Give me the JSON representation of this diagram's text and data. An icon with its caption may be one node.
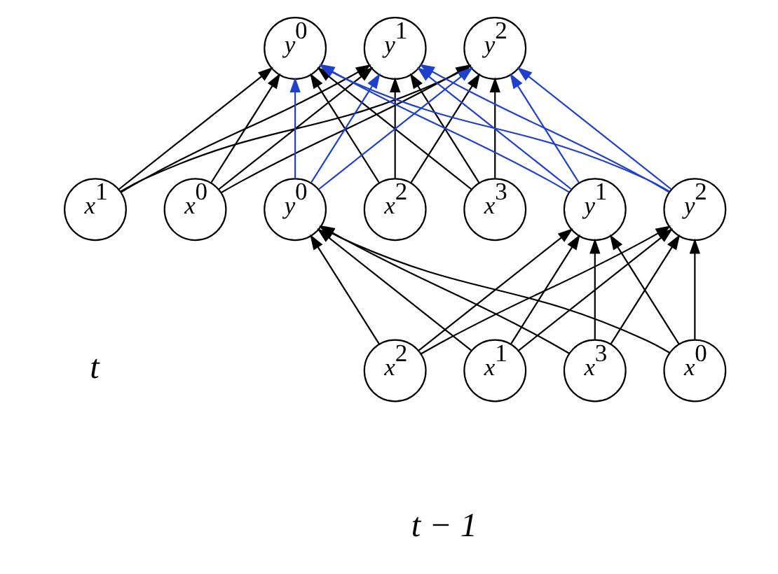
{
  "diagram": {
    "nodes": [
      {
        "text": [
          "y$^{0}$"
        ]
      },
      {
        "text": [
          "y$^{1}$"
        ]
      },
      {
        "text": [
          "y$^{2}$"
        ]
      },
      {
        "text": [
          "x$^{0}$"
        ]
      },
      {
        "text": [
          "x$^{1}$"
        ]
      },
      {
        "text": [
          "x$^{2}$"
        ]
      },
      {
        "text": [
          "x$^{3}$"
        ]
      },
      {
        "text": [
          "y$^{0}$"
        ]
      },
      {
        "text": [
          "y$^{1}$"
        ]
      },
      {
        "text": [
          "y$^{2}$"
        ]
      },
      {
        "text": [
          "x$^{0}$"
        ]
      },
      {
        "text": [
          "x$^{1}$"
        ]
      },
      {
        "text": [
          "x$^{2}$"
        ]
      },
      {
        "text": [
          "x$^{3}$"
        ]
      }
    ],
    "edges": [
      {
        "from": 3,
        "to": 0,
        "arrow": "to"
      },
      {
        "from": 3,
        "to": 1,
        "arrow": "to"
      },
      {
        "from": 3,
        "to": 2,
        "arrow": "to"
      },
      {
        "from": 4,
        "to": 0,
        "arrow": "to"
      },
      {
        "from": 4,
        "to": 1,
        "arrow": "to"
      },
      {
        "from": 4,
        "to": 2,
        "arrow": "to"
      },
      {
        "from": 5,
        "to": 0,
        "arrow": "to"
      },
      {
        "from": 5,
        "to": 1,
        "arrow": "to"
      },
      {
        "from": 5,
        "to": 2,
        "arrow": "to"
      },
      {
        "from": 6,
        "to": 0,
        "arrow": "to"
      },
      {
        "from": 6,
        "to": 1,
        "arrow": "to"
      },
      {
        "from": 6,
        "to": 2,
        "arrow": "to"
      },
      {
        "from": 7,
        "to": 0,
        "arrow": "to",
        "color": "#1f3fcc"
      },
      {
        "from": 7,
        "to": 1,
        "arrow": "to",
        "color": "#1f3fcc"
      },
      {
        "from": 7,
        "to": 2,
        "arrow": "to",
        "color": "#1f3fcc"
      },
      {
        "from": 8,
        "to": 0,
        "arrow": "to",
        "color": "#1f3fcc"
      },
      {
        "from": 8,
        "to": 1,
        "arrow": "to",
        "color": "#1f3fcc"
      },
      {
        "from": 8,
        "to": 2,
        "arrow": "to",
        "color": "#1f3fcc"
      },
      {
        "from": 9,
        "to": 0,
        "arrow": "to",
        "color": "#1f3fcc"
      },
      {
        "from": 9,
        "to": 1,
        "arrow": "to",
        "color": "#1f3fcc"
      },
      {
        "from": 9,
        "to": 2,
        "arrow": "to",
        "color": "#1f3fcc"
      },
      {
        "from": 10,
        "to": 7,
        "arrow": "to"
      },
      {
        "from": 10,
        "to": 8,
        "arrow": "to"
      },
      {
        "from": 10,
        "to": 9,
        "arrow": "to"
      },
      {
        "from": 11,
        "to": 7,
        "arrow": "to"
      },
      {
        "from": 11,
        "to": 8,
        "arrow": "to"
      },
      {
        "from": 11,
        "to": 9,
        "arrow": "to"
      },
      {
        "from": 12,
        "to": 7,
        "arrow": "to"
      },
      {
        "from": 12,
        "to": 8,
        "arrow": "to"
      },
      {
        "from": 12,
        "to": 9,
        "arrow": "to"
      },
      {
        "from": 13,
        "to": 7,
        "arrow": "to"
      },
      {
        "from": 13,
        "to": 8,
        "arrow": "to"
      },
      {
        "from": 13,
        "to": 9,
        "arrow": "to"
      }
    ],
    "labels": [
      "t",
      "t − 1"
    ]
  }
}
